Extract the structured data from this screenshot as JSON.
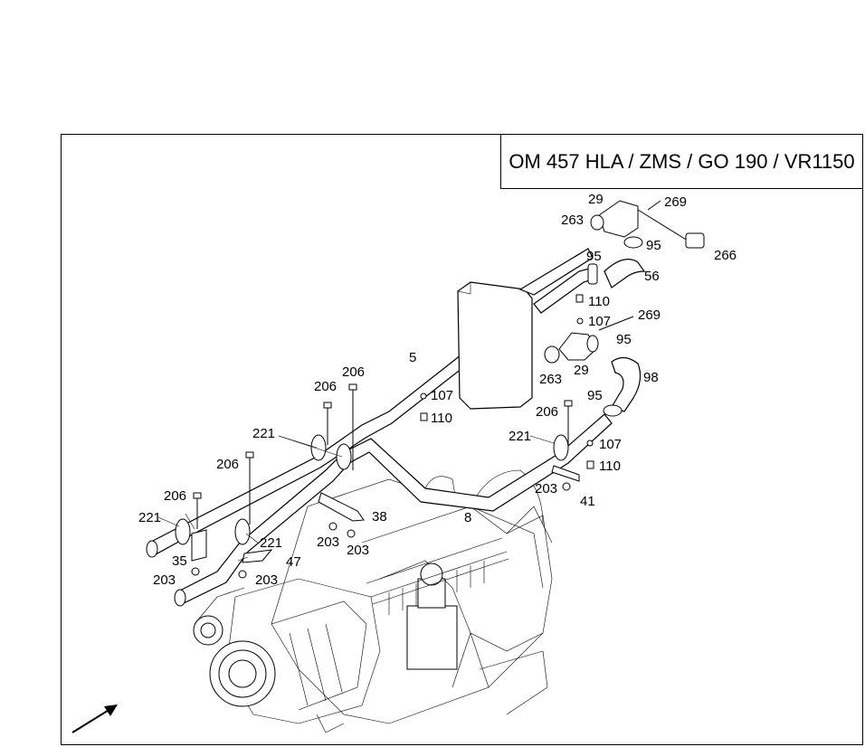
{
  "title": "OM 457 HLA / ZMS / GO 190 / VR1150",
  "callouts": {
    "c29a": "29",
    "c269a": "269",
    "c263a": "263",
    "c95a": "95",
    "c95b": "95",
    "c266": "266",
    "c56": "56",
    "c110a": "110",
    "c107a": "107",
    "c269b": "269",
    "c95c": "95",
    "c5": "5",
    "c263b": "263",
    "c29b": "29",
    "c98": "98",
    "c206a": "206",
    "c206b": "206",
    "c107b": "107",
    "c95d": "95",
    "c110b": "110",
    "c206c": "206",
    "c221a": "221",
    "c221b": "221",
    "c107c": "107",
    "c206d": "206",
    "c110c": "110",
    "c206e": "206",
    "c203a": "203",
    "c41": "41",
    "c38": "38",
    "c8": "8",
    "c221c": "221",
    "c203b": "203",
    "c203c": "203",
    "c35": "35",
    "c221d": "221",
    "c47": "47",
    "c203d": "203",
    "c203e": "203"
  },
  "icons": {
    "direction_arrow": "direction-arrow-icon"
  }
}
